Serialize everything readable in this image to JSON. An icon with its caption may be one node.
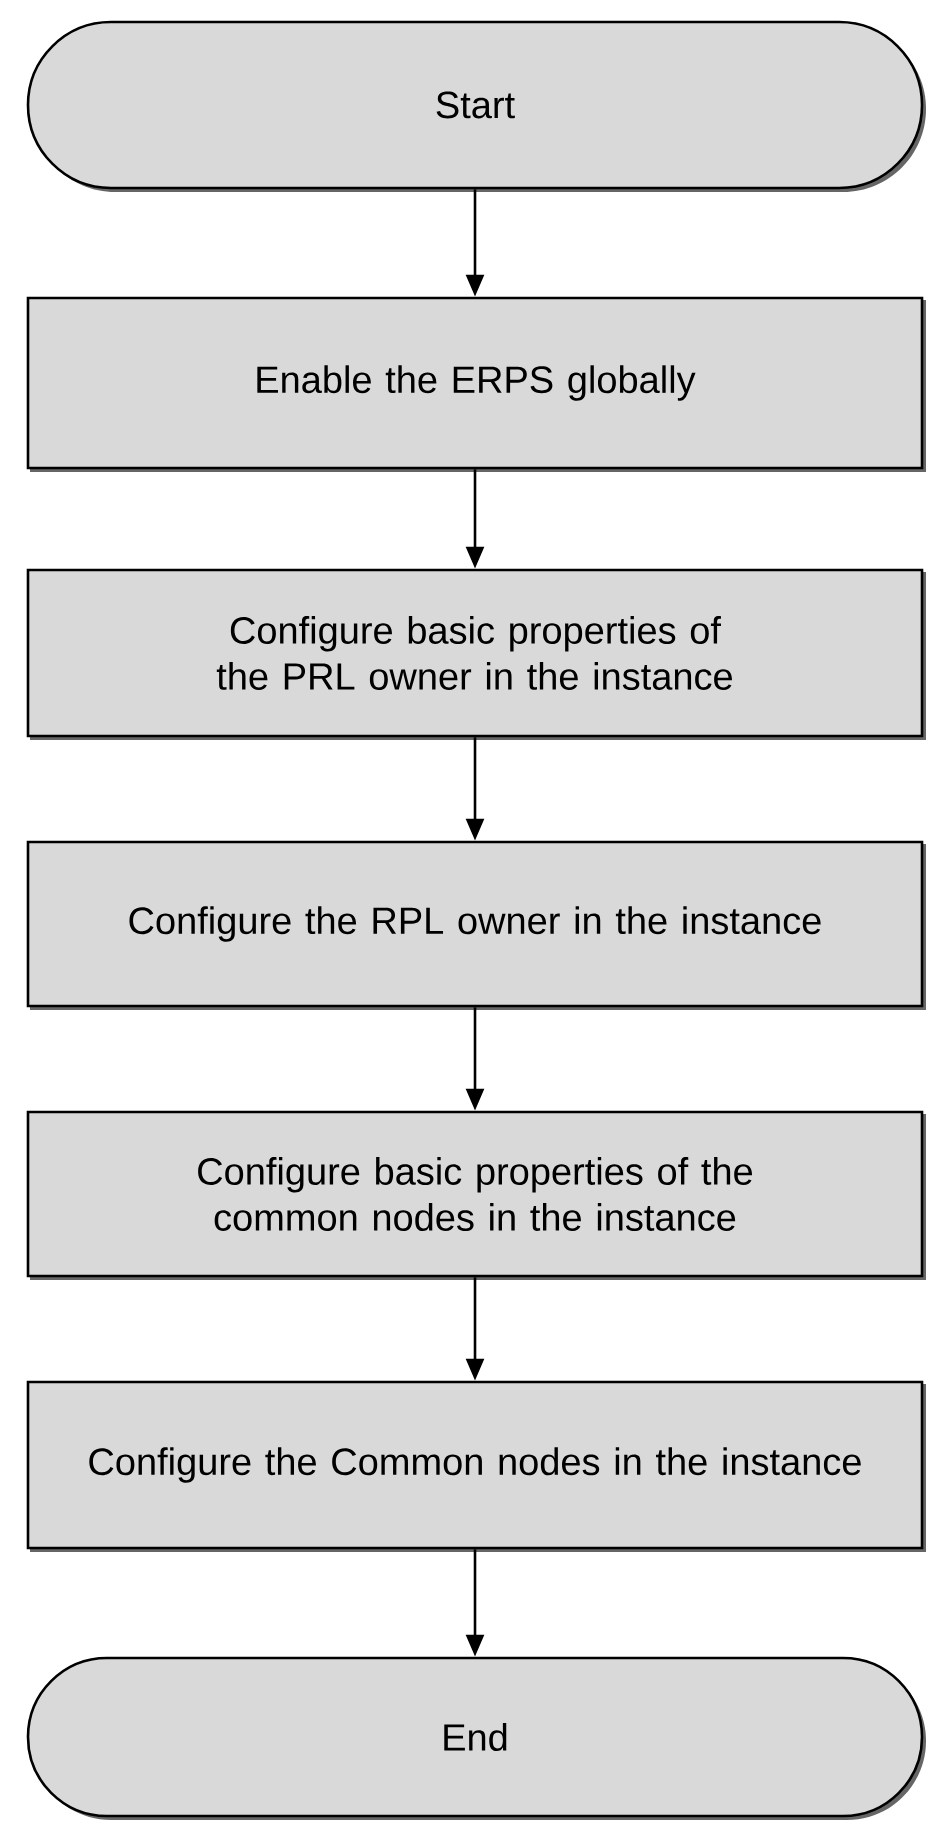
{
  "diagram": {
    "nodes": [
      {
        "text": [
          "Start"
        ]
      },
      {
        "text": [
          "Enable the ERPS globally"
        ]
      },
      {
        "text": [
          "Configure basic properties of the PRL owner in the instance"
        ]
      },
      {
        "text": [
          "Configure the RPL owner in the instance"
        ]
      },
      {
        "text": [
          "Configure basic properties of the common nodes in the instance"
        ]
      },
      {
        "text": [
          "Configure the Common nodes in the instance"
        ]
      },
      {
        "text": [
          "End"
        ]
      }
    ],
    "edges": [
      {
        "from": 0,
        "to": 1,
        "arrow": "to"
      },
      {
        "from": 1,
        "to": 2,
        "arrow": "to"
      },
      {
        "from": 2,
        "to": 3,
        "arrow": "to"
      },
      {
        "from": 3,
        "to": 4,
        "arrow": "to"
      },
      {
        "from": 4,
        "to": 5,
        "arrow": "to"
      },
      {
        "from": 5,
        "to": 6,
        "arrow": "to"
      }
    ]
  }
}
